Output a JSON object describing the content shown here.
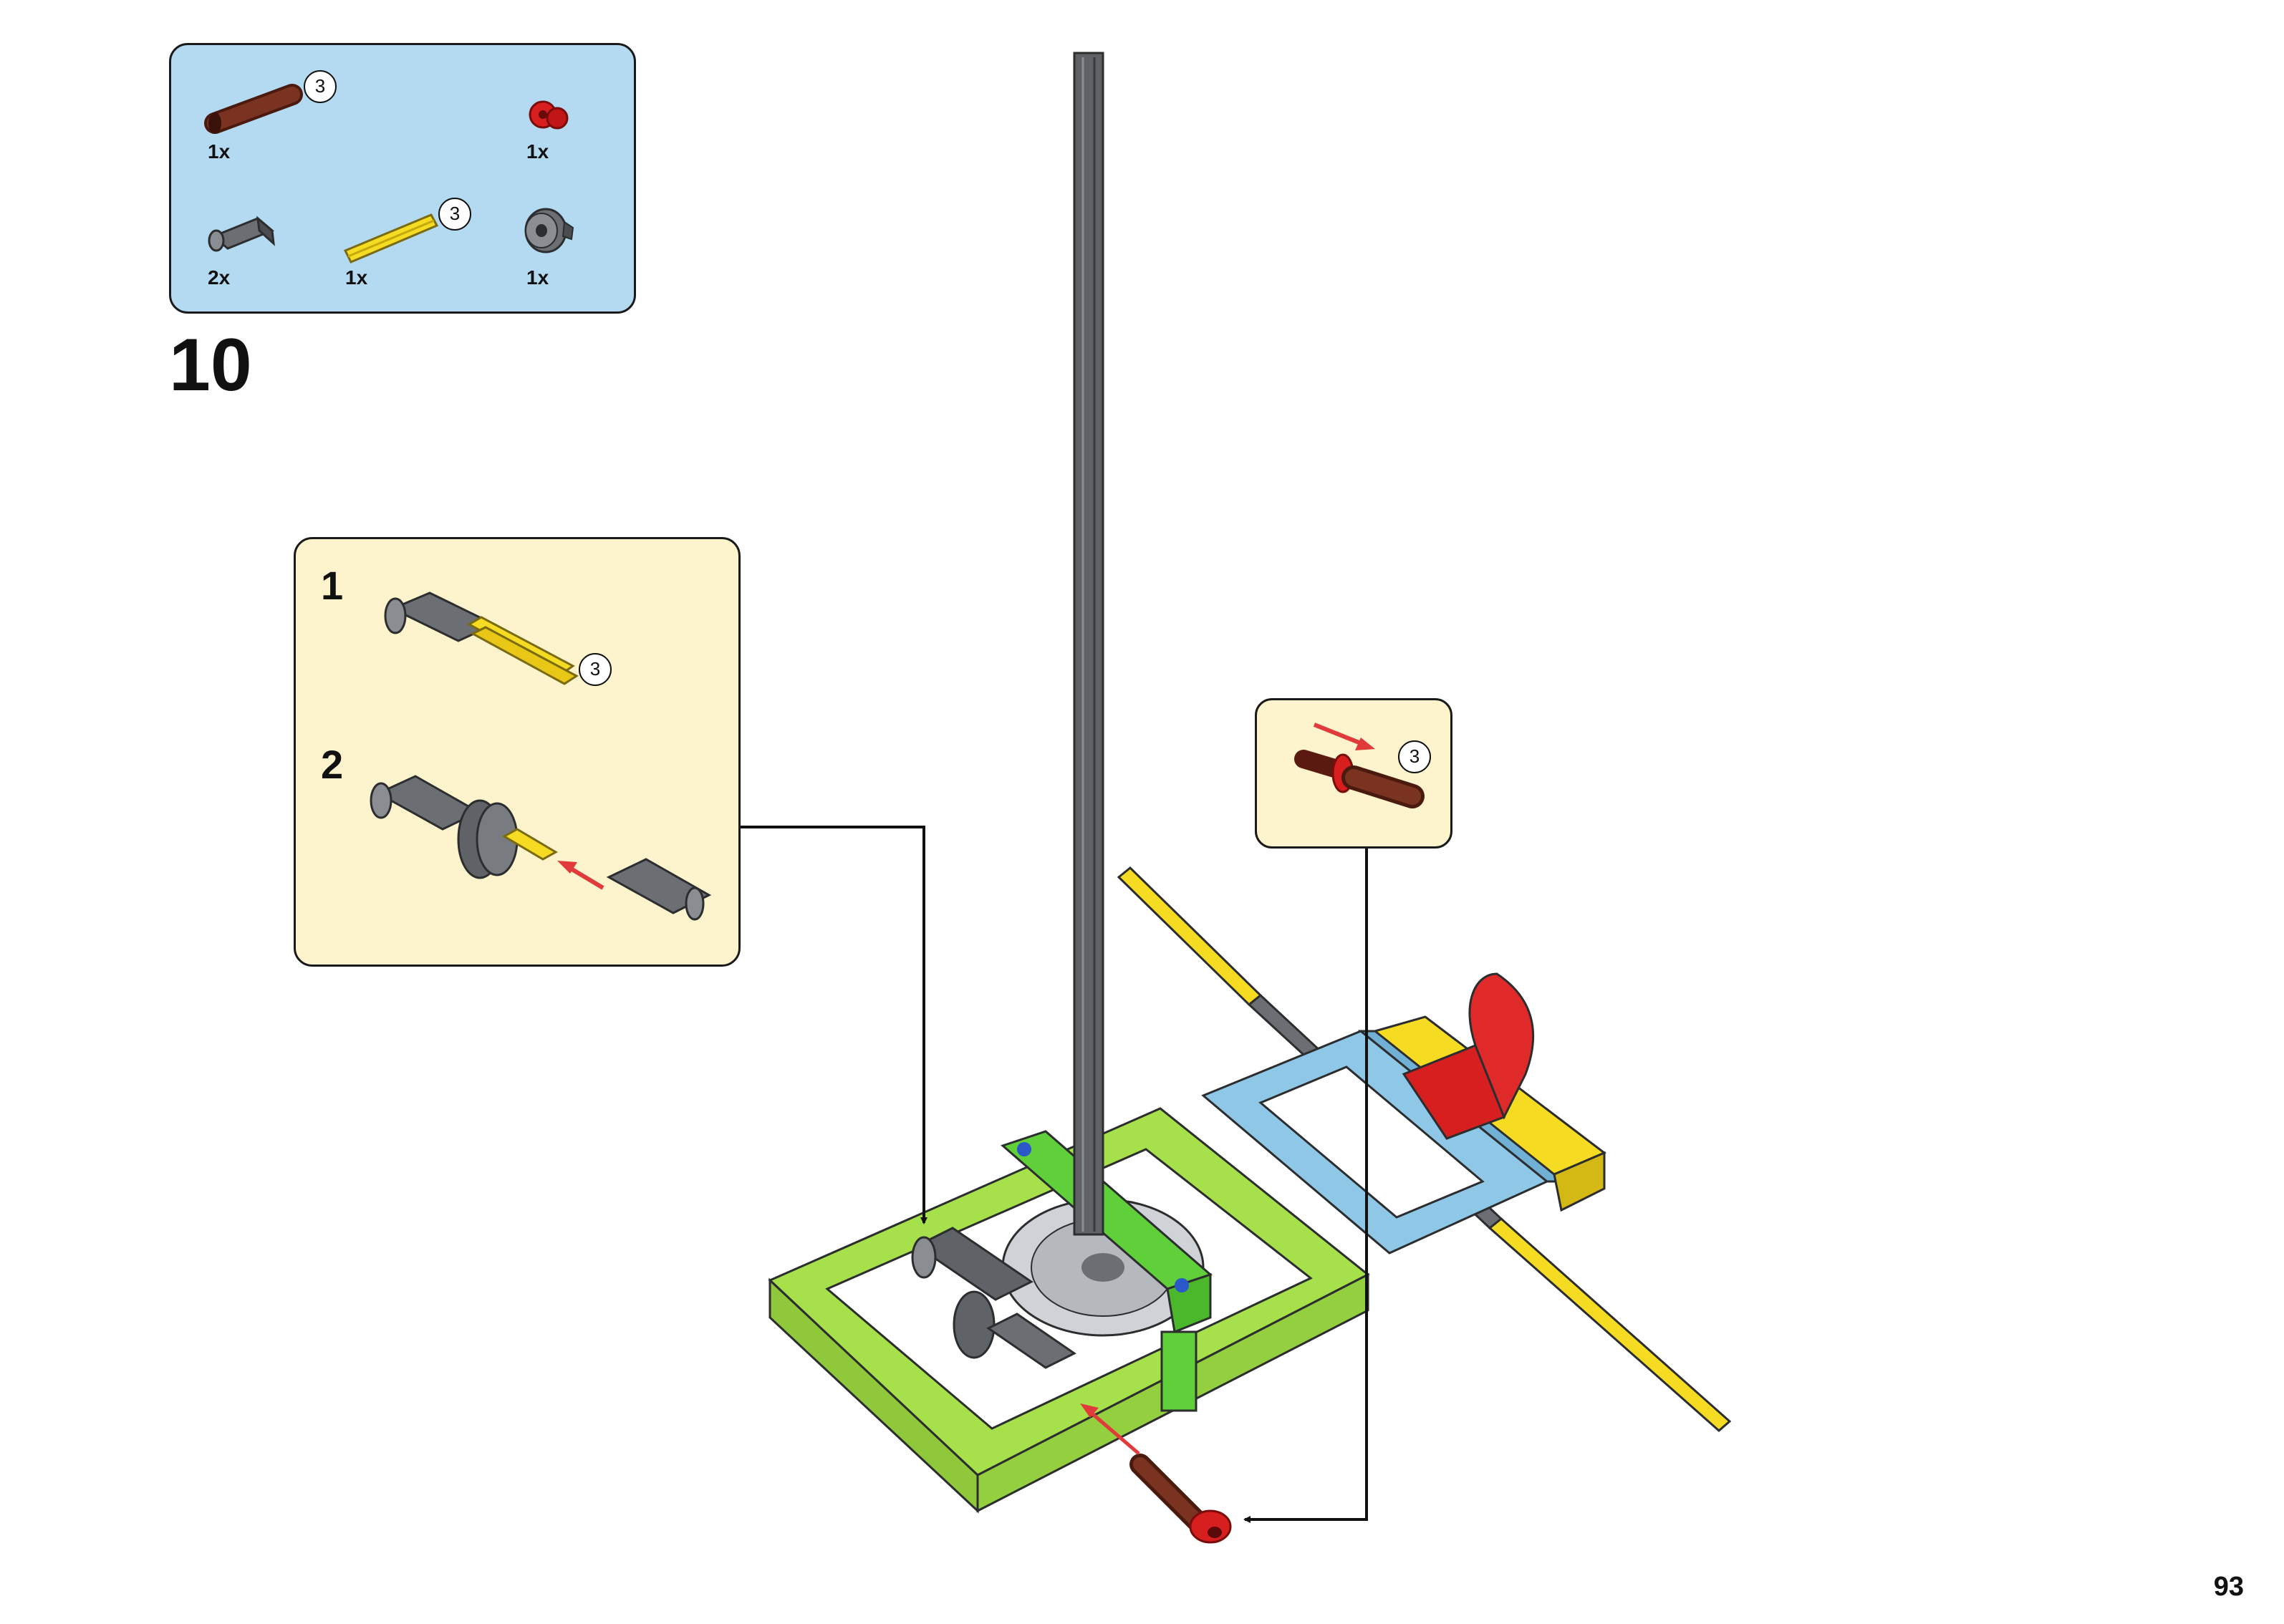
{
  "step_number": "10",
  "page_number": "93",
  "parts_list": {
    "items": [
      {
        "part": "brown-axle-pin",
        "qty": "1x",
        "callout": "3"
      },
      {
        "part": "red-bush",
        "qty": "1x"
      },
      {
        "part": "dark-gray-connector",
        "qty": "2x"
      },
      {
        "part": "yellow-axle",
        "qty": "1x",
        "callout": "3"
      },
      {
        "part": "gray-pulley-wheel",
        "qty": "1x"
      }
    ]
  },
  "sub_assembly": {
    "steps": [
      {
        "number": "1",
        "callout": "3"
      },
      {
        "number": "2"
      }
    ]
  },
  "pin_detail": {
    "callout": "3"
  },
  "colors": {
    "parts_bg": "#b4daf2",
    "sub_bg": "#fdf3cd",
    "lime": "#a6e04a",
    "green": "#5fcf3a",
    "sky": "#8fc8e6",
    "yellow": "#f5dc22",
    "red": "#d81f1f",
    "brown": "#6a2a1a",
    "gray": "#5f6266",
    "arrow_red": "#e03a3a"
  }
}
